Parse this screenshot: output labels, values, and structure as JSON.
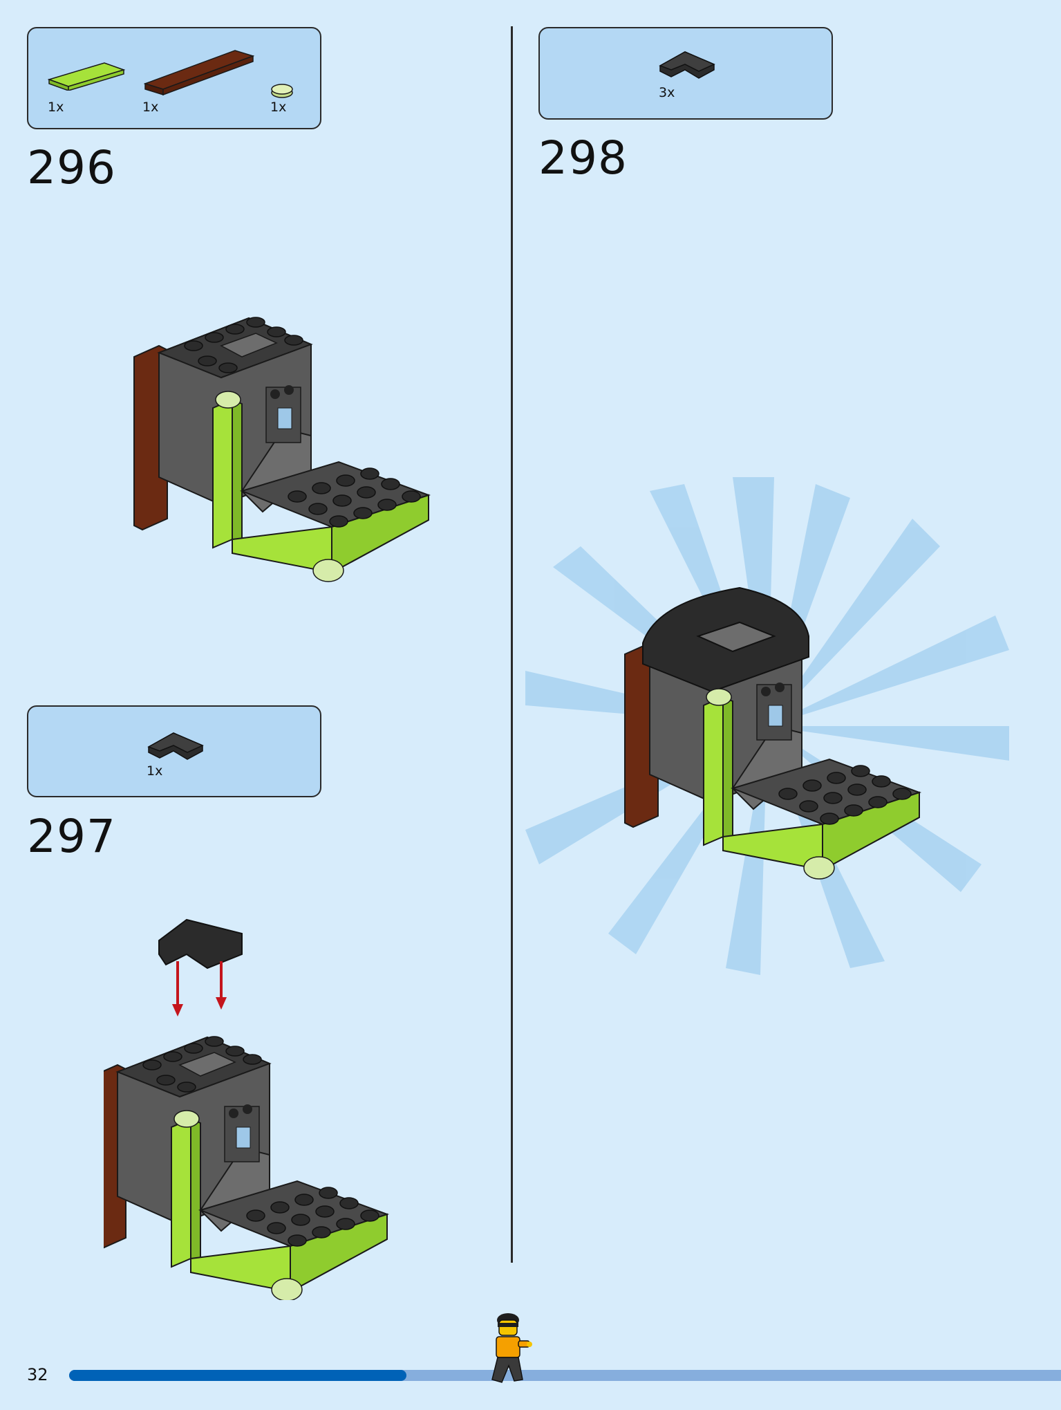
{
  "page": {
    "number": "32"
  },
  "steps": [
    {
      "number": "296",
      "parts": [
        {
          "qty": "1x",
          "icon": "lime-tile-1x4"
        },
        {
          "qty": "1x",
          "icon": "brown-tile-1x6"
        },
        {
          "qty": "1x",
          "icon": "round-plate-1x1-transparent"
        }
      ]
    },
    {
      "number": "297",
      "parts": [
        {
          "qty": "1x",
          "icon": "black-curved-corner-slope"
        }
      ]
    },
    {
      "number": "298",
      "parts": [
        {
          "qty": "3x",
          "icon": "black-curved-corner-slope"
        }
      ]
    }
  ],
  "progress": {
    "fraction": 0.34
  },
  "colors": {
    "background": "#d7ecfb",
    "parts_box": "#b4d8f4",
    "lime": "#a6e23a",
    "dark_gray": "#4f4f4f",
    "black": "#2b2b2b",
    "brown": "#6b2a12",
    "progress_fill": "#0062b7",
    "progress_track": "#86aedd"
  }
}
